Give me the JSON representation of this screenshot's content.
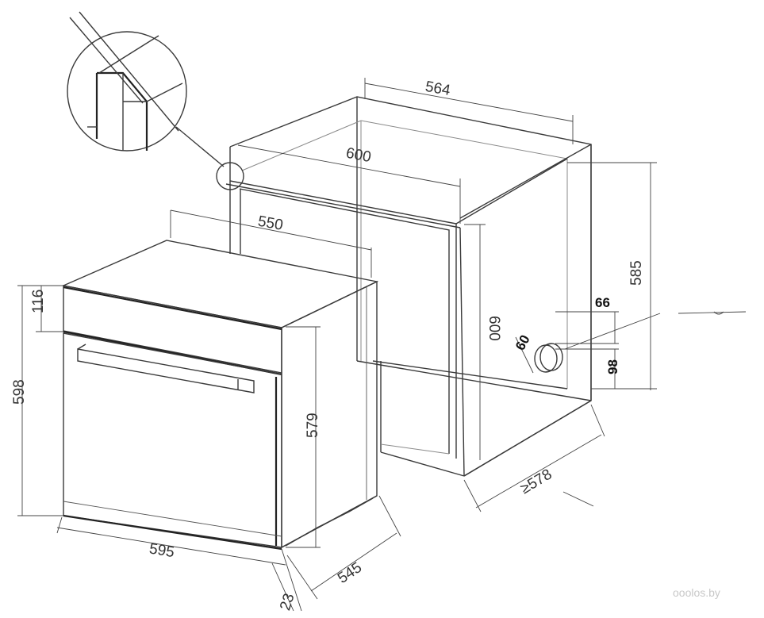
{
  "dimensions": {
    "niche_top_width": "564",
    "niche_inner_width": "600",
    "oven_top_width": "550",
    "niche_height": "585",
    "niche_front_height": "600",
    "socket_offset_top": "66",
    "socket_diameter": "60",
    "socket_offset_bottom": "98",
    "niche_depth_min": "≥578",
    "panel_height": "116",
    "oven_height": "598",
    "oven_body_height": "579",
    "oven_width": "595",
    "oven_depth": "545",
    "front_depth": "23"
  },
  "watermark": "ooolos.by"
}
